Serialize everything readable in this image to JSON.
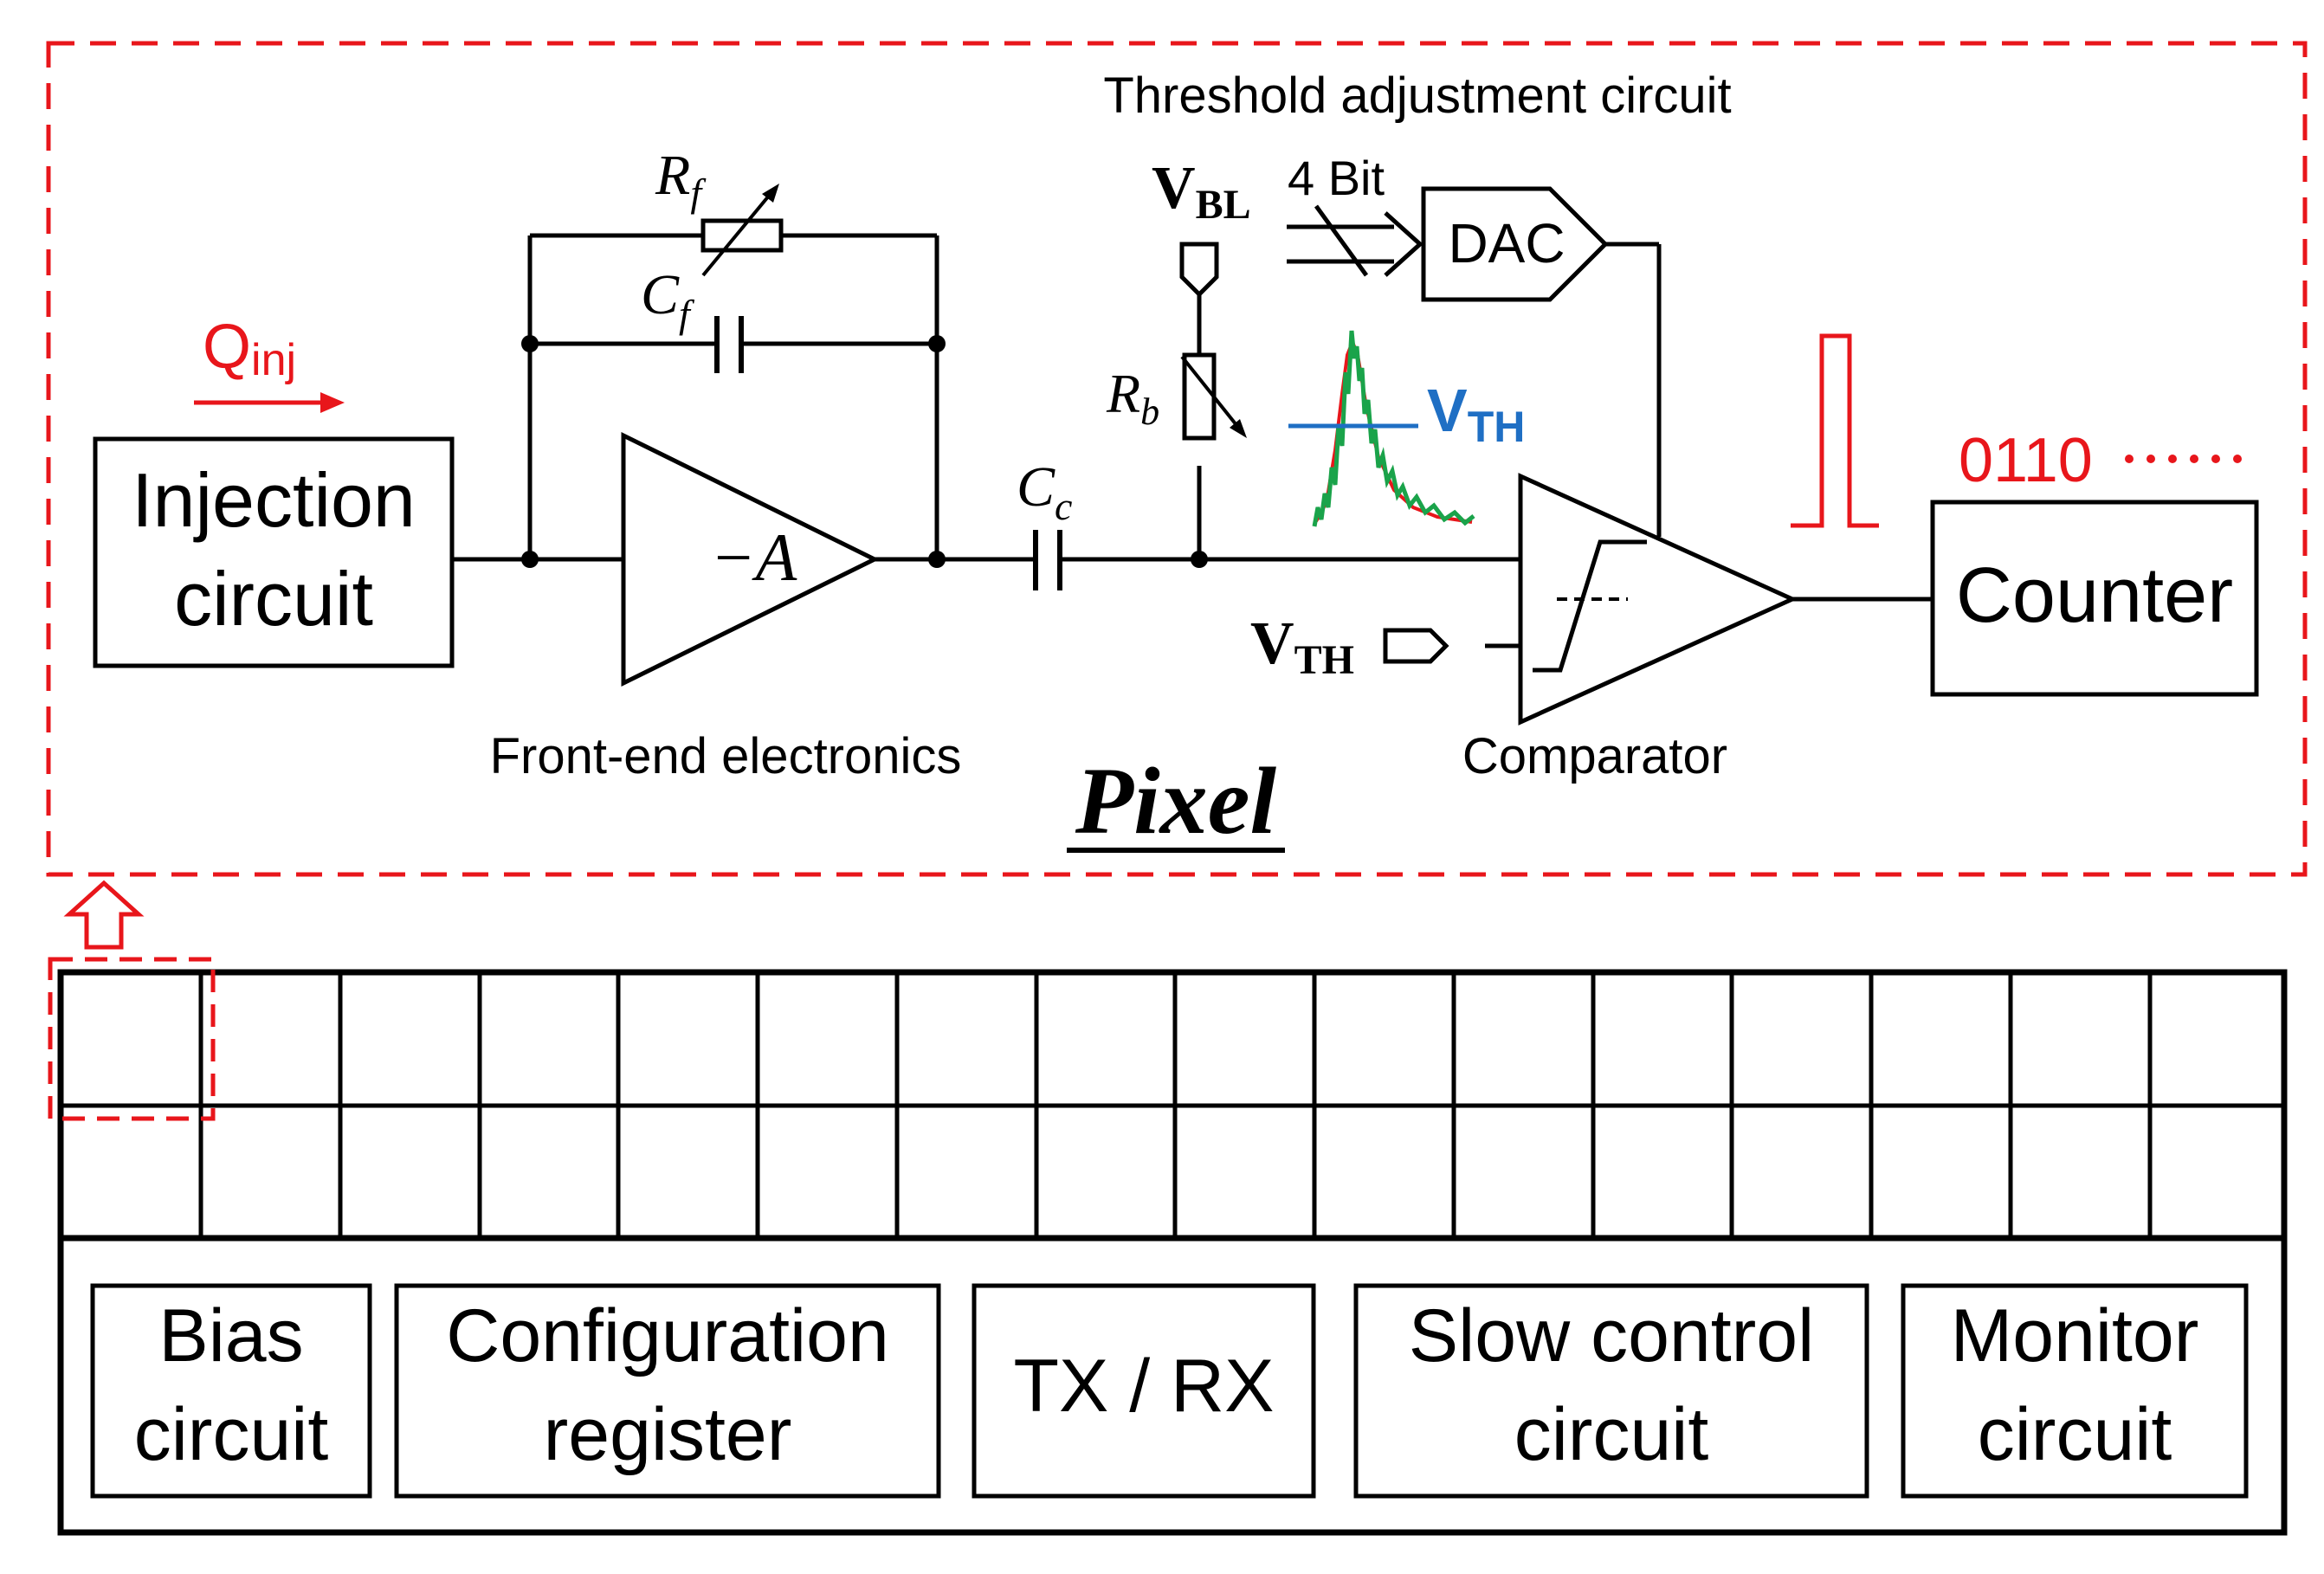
{
  "colors": {
    "line": "#000000",
    "accent_red": "#e8161b",
    "threshold_blue": "#1f6fc4",
    "signal_green": "#1aa34a"
  },
  "pixel": {
    "title": "Pixel",
    "injection_label_1": "Injection",
    "injection_label_2": "circuit",
    "qinj_main": "Q",
    "qinj_sub": "inj",
    "amp_label": "−A",
    "rf_main": "R",
    "rf_sub": "f",
    "cf_main": "C",
    "cf_sub": "f",
    "cc_main": "C",
    "cc_sub": "c",
    "rb_main": "R",
    "rb_sub": "b",
    "vbl_main": "V",
    "vbl_sub": "BL",
    "vth_in_main": "V",
    "vth_in_sub": "TH",
    "vth_plot_main": "V",
    "vth_plot_sub": "TH",
    "threshold_title": "Threshold adjustment circuit",
    "bits_label": "4 Bit",
    "dac_label": "DAC",
    "frontend_label": "Front-end electronics",
    "comparator_label": "Comparator",
    "digital_output": "0110",
    "counter_label": "Counter"
  },
  "periphery": {
    "blocks": [
      {
        "line1": "Bias",
        "line2": "circuit"
      },
      {
        "line1": "Configuration",
        "line2": "register"
      },
      {
        "line1": "TX / RX",
        "line2": ""
      },
      {
        "line1": "Slow control",
        "line2": "circuit"
      },
      {
        "line1": "Monitor",
        "line2": "circuit"
      }
    ]
  }
}
